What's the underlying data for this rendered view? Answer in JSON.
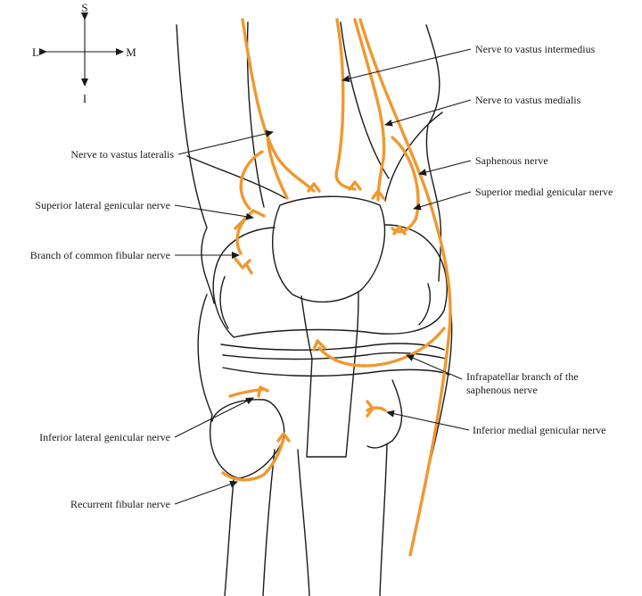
{
  "compass": {
    "superior": "S",
    "inferior": "I",
    "lateral": "L",
    "medial": "M"
  },
  "labels": {
    "nerve_vastus_intermedius": "Nerve to vastus intermedius",
    "nerve_vastus_medialis": "Nerve to vastus medialis",
    "nerve_vastus_lateralis": "Nerve to vastus lateralis",
    "saphenous_nerve": "Saphenous nerve",
    "superior_lateral_genicular": "Superior lateral genicular nerve",
    "superior_medial_genicular": "Superior medial genicular nerve",
    "branch_common_fibular": "Branch of common fibular nerve",
    "infrapatellar_branch_1": "Infrapatellar branch of the",
    "infrapatellar_branch_2": "saphenous nerve",
    "inferior_lateral_genicular": "Inferior lateral genicular nerve",
    "inferior_medial_genicular": "Inferior medial genicular nerve",
    "recurrent_fibular": "Recurrent fibular nerve"
  },
  "colors": {
    "nerve": "#f0982f",
    "outline": "#1a1a1a",
    "background": "#ffffff"
  }
}
